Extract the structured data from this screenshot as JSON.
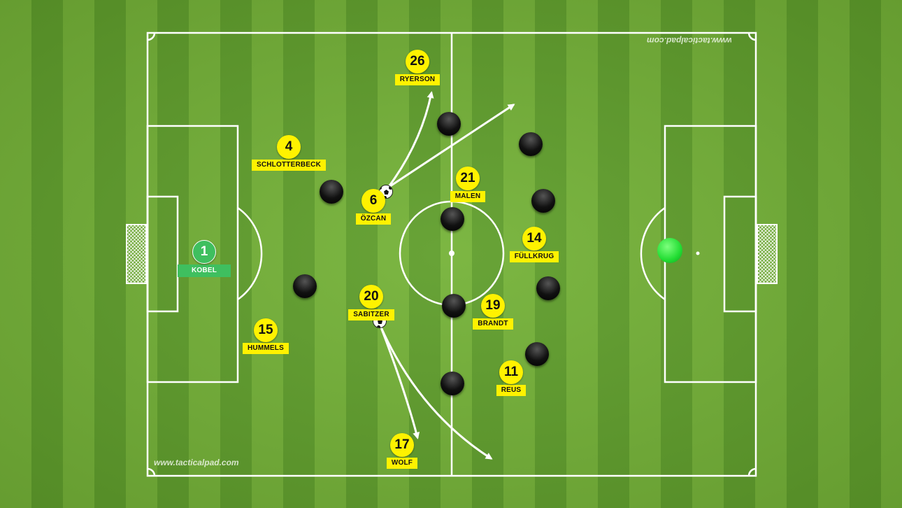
{
  "watermark": "www.tacticalpad.com",
  "colors": {
    "home_team": "#fff200",
    "home_goalkeeper": "#3fbf5f",
    "opponent": "#111111",
    "opponent_goalkeeper": "#22dd33",
    "pitch_light": "#74b237",
    "pitch_dark": "#5f9e2b"
  },
  "home_players": [
    {
      "number": "1",
      "name": "KOBEL",
      "role": "goalkeeper"
    },
    {
      "number": "4",
      "name": "SCHLOTTERBECK"
    },
    {
      "number": "15",
      "name": "HUMMELS"
    },
    {
      "number": "6",
      "name": "ÖZCAN"
    },
    {
      "number": "20",
      "name": "SABITZER"
    },
    {
      "number": "26",
      "name": "RYERSON"
    },
    {
      "number": "17",
      "name": "WOLF"
    },
    {
      "number": "21",
      "name": "MALEN"
    },
    {
      "number": "19",
      "name": "BRANDT"
    },
    {
      "number": "14",
      "name": "FÜLLKRUG"
    },
    {
      "number": "11",
      "name": "REUS"
    }
  ]
}
